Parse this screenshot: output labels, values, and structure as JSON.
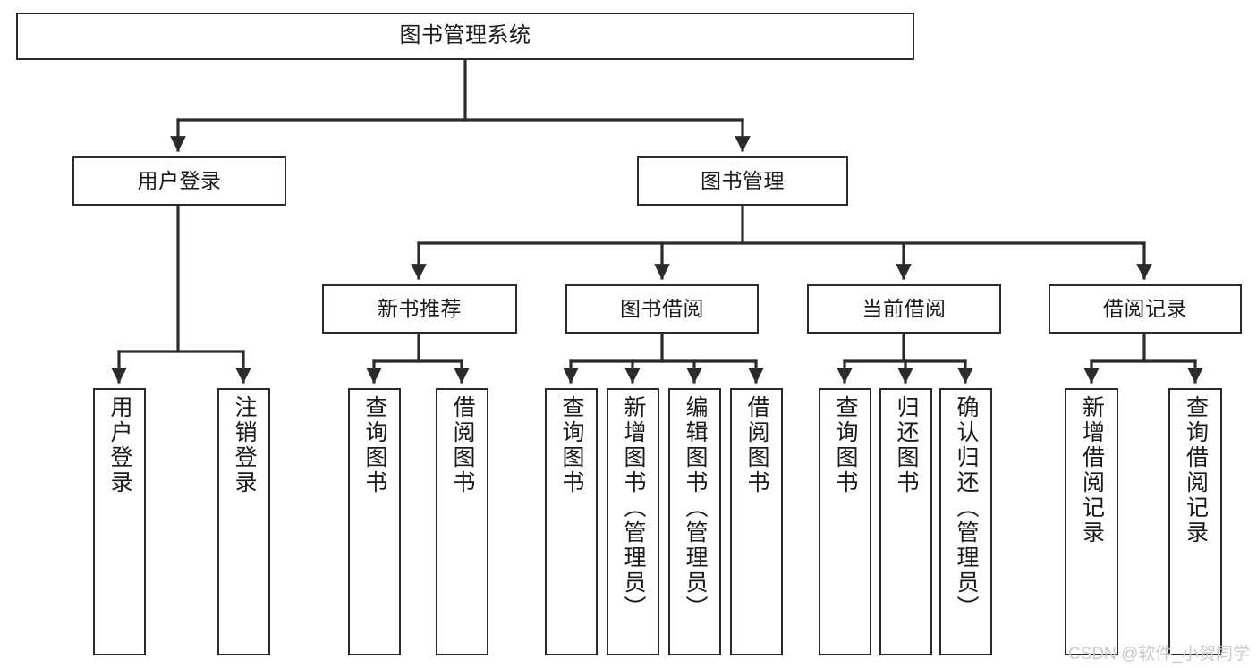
{
  "diagram": {
    "title": "图书管理系统",
    "type": "tree-hierarchy-chart",
    "stroke_color": "#2b2b2b",
    "fill_color": "#ffffff",
    "text_color": "#1a1a1a",
    "root": {
      "label": "图书管理系统"
    },
    "level2": [
      {
        "label": "用户登录"
      },
      {
        "label": "图书管理"
      }
    ],
    "level3": [
      {
        "label": "新书推荐"
      },
      {
        "label": "图书借阅"
      },
      {
        "label": "当前借阅"
      },
      {
        "label": "借阅记录"
      }
    ],
    "leaves": [
      {
        "label": "用户登录"
      },
      {
        "label": "注销登录"
      },
      {
        "label": "查询图书"
      },
      {
        "label": "借阅图书"
      },
      {
        "label": "查询图书"
      },
      {
        "label": "新增图书（管理员）"
      },
      {
        "label": "编辑图书（管理员）"
      },
      {
        "label": "借阅图书"
      },
      {
        "label": "查询图书"
      },
      {
        "label": "归还图书"
      },
      {
        "label": "确认归还（管理员）"
      },
      {
        "label": "新增借阅记录"
      },
      {
        "label": "查询借阅记录"
      }
    ]
  },
  "watermark": {
    "text": "CSDN @软件_小贺同学"
  }
}
